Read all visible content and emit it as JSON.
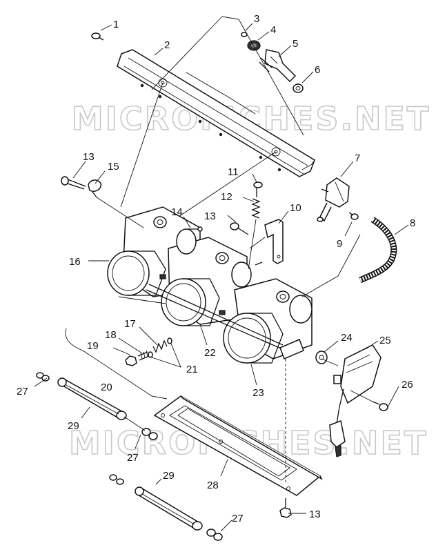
{
  "watermark": {
    "text": "MICROFICHES.NET"
  },
  "callouts": [
    {
      "id": "c1",
      "text": "1"
    },
    {
      "id": "c2",
      "text": "2"
    },
    {
      "id": "c3",
      "text": "3"
    },
    {
      "id": "c4",
      "text": "4"
    },
    {
      "id": "c5",
      "text": "5"
    },
    {
      "id": "c6",
      "text": "6"
    },
    {
      "id": "c7",
      "text": "7"
    },
    {
      "id": "c8",
      "text": "8"
    },
    {
      "id": "c9",
      "text": "9"
    },
    {
      "id": "c10",
      "text": "10"
    },
    {
      "id": "c11",
      "text": "11"
    },
    {
      "id": "c12",
      "text": "12"
    },
    {
      "id": "c13a",
      "text": "13"
    },
    {
      "id": "c13b",
      "text": "13"
    },
    {
      "id": "c13c",
      "text": "13"
    },
    {
      "id": "c14",
      "text": "14"
    },
    {
      "id": "c15",
      "text": "15"
    },
    {
      "id": "c16",
      "text": "16"
    },
    {
      "id": "c17",
      "text": "17"
    },
    {
      "id": "c18",
      "text": "18"
    },
    {
      "id": "c19",
      "text": "19"
    },
    {
      "id": "c20",
      "text": "20"
    },
    {
      "id": "c21",
      "text": "21"
    },
    {
      "id": "c22",
      "text": "22"
    },
    {
      "id": "c23",
      "text": "23"
    },
    {
      "id": "c24",
      "text": "24"
    },
    {
      "id": "c25",
      "text": "25"
    },
    {
      "id": "c26",
      "text": "26"
    },
    {
      "id": "c27a",
      "text": "27"
    },
    {
      "id": "c27b",
      "text": "27"
    },
    {
      "id": "c27c",
      "text": "27"
    },
    {
      "id": "c28",
      "text": "28"
    },
    {
      "id": "c29a",
      "text": "29"
    },
    {
      "id": "c29b",
      "text": "29"
    }
  ]
}
